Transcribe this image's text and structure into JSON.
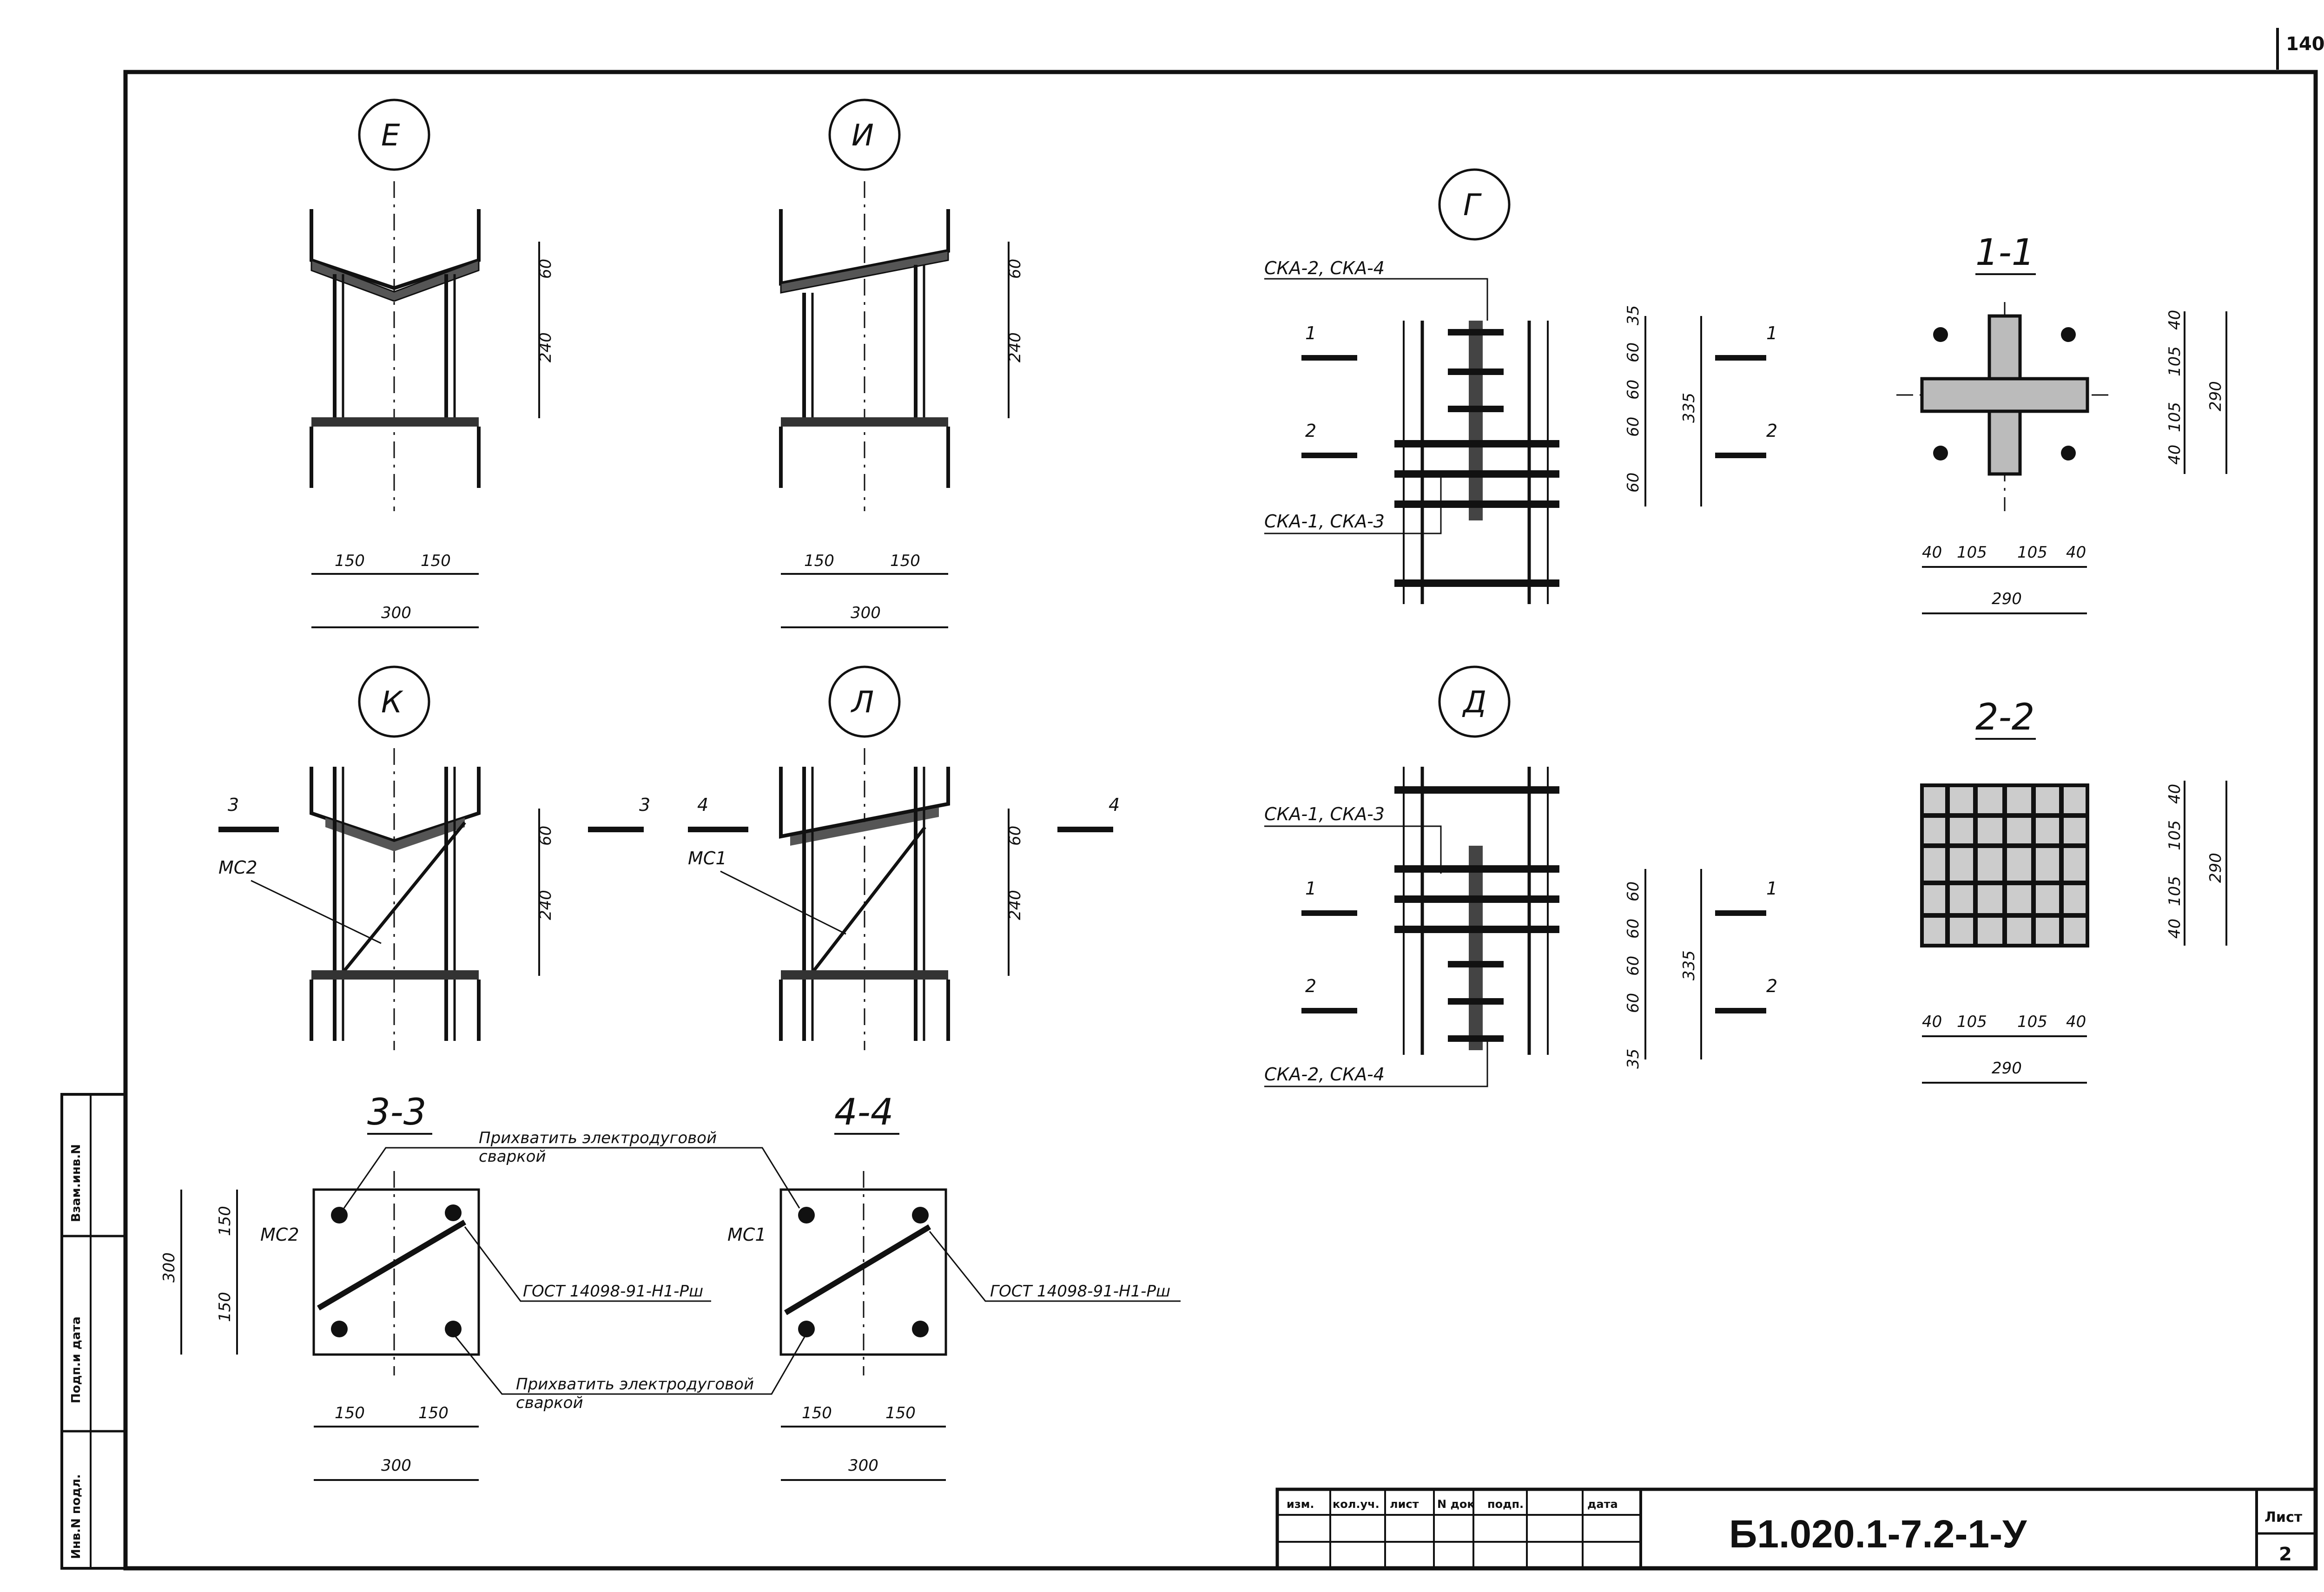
{
  "page_number": "140",
  "document_code": "Б1.020.1-7.2-1-У",
  "sheet": {
    "label": "Лист",
    "number": "2"
  },
  "stamp_headers": [
    "изм.",
    "кол.уч.",
    "лист",
    "N док",
    "подп.",
    "дата"
  ],
  "side_labels": [
    "Взам.инв.N",
    "Подп.и дата",
    "Инв.N подл."
  ],
  "details": {
    "E": {
      "label": "Е",
      "dims": [
        "60",
        "240",
        "150",
        "150",
        "300"
      ]
    },
    "I": {
      "label": "И",
      "dims": [
        "60",
        "240",
        "150",
        "150",
        "300"
      ]
    },
    "K": {
      "label": "К",
      "rod": "МС2",
      "cut": "3",
      "dims": [
        "60",
        "240"
      ]
    },
    "L": {
      "label": "Л",
      "rod": "МС1",
      "cut": "4",
      "dims": [
        "60",
        "240"
      ]
    },
    "G": {
      "label": "Г",
      "top_note": "СКА-2, СКА-4",
      "bottom_note": "СКА-1, СКА-3",
      "dims": [
        "35",
        "60",
        "60",
        "60",
        "60",
        "335"
      ]
    },
    "D": {
      "label": "Д",
      "top_note": "СКА-1, СКА-3",
      "bottom_note": "СКА-2, СКА-4",
      "dims": [
        "60",
        "60",
        "60",
        "60",
        "35",
        "335"
      ]
    }
  },
  "cut_marks": [
    "1",
    "2"
  ],
  "sections": {
    "s11": {
      "title": "1-1",
      "dims": [
        "40",
        "105",
        "105",
        "40",
        "290"
      ]
    },
    "s22": {
      "title": "2-2",
      "dims": [
        "40",
        "105",
        "105",
        "40",
        "290"
      ]
    },
    "s33": {
      "title": "3-3",
      "rod": "МС2",
      "dims": [
        "150",
        "150",
        "300",
        "150",
        "150",
        "300"
      ]
    },
    "s44": {
      "title": "4-4",
      "rod": "МС1",
      "dims": [
        "150",
        "150",
        "300"
      ]
    }
  },
  "notes": {
    "weld_top": [
      "Прихватить электродуговой",
      "сваркой"
    ],
    "weld_bottom": [
      "Прихватить электродуговой",
      "сваркой"
    ],
    "gost": "ГОСТ 14098-91-Н1-Рш"
  }
}
